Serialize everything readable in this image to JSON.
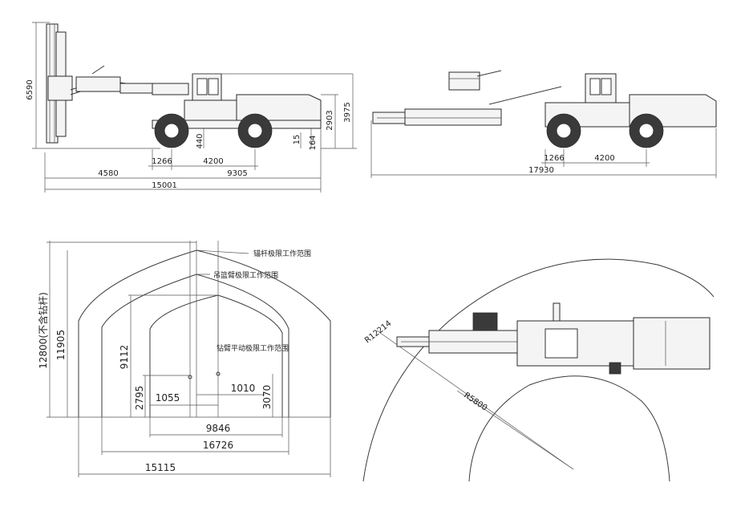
{
  "side_view": {
    "height_total": "6590",
    "height_cab": "3975",
    "height_body": "2903",
    "ground_clear": "440",
    "dim_a": "15",
    "dim_b": "164",
    "axle_front": "1266",
    "wheelbase": "4200",
    "rear_overhang": "4580",
    "body_len": "9305",
    "total_len": "15001"
  },
  "transport_view": {
    "axle_front": "1266",
    "wheelbase": "4200",
    "total_len": "17930"
  },
  "tunnel_view": {
    "label_bolt": "锚杆极限工作范围",
    "label_basket": "吊篮臂极限工作范围",
    "label_boom": "钻臂平动极限工作范围",
    "height_max": "12800(不含钻杆)",
    "height_bolt": "11905",
    "height_basket": "9112",
    "height_boom": "2795",
    "offset_left": "1055",
    "offset_right": "1010",
    "height_right": "3070",
    "width_boom": "9846",
    "width_basket": "16726",
    "width_bolt": "15115"
  },
  "turning_view": {
    "outer_radius": "R12214",
    "inner_radius": "R5800"
  }
}
